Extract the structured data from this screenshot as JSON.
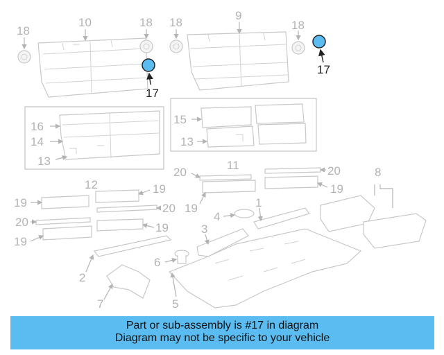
{
  "callouts": [
    "1",
    "2",
    "3",
    "4",
    "5",
    "6",
    "7",
    "8",
    "9",
    "10",
    "11",
    "12",
    "13",
    "13",
    "14",
    "15",
    "16",
    "17",
    "17",
    "18",
    "18",
    "18",
    "18",
    "19",
    "19",
    "19",
    "19",
    "19",
    "20",
    "20",
    "20",
    "20"
  ],
  "highlighted_part": "17",
  "highlight_color": "#5bbcf2",
  "banner": {
    "line1": "Part or sub-assembly is #17 in diagram",
    "line2": "Diagram may not be specific to your vehicle",
    "color": "#5bbcf2"
  }
}
